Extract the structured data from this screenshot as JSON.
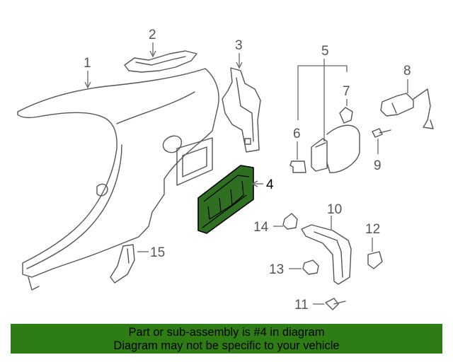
{
  "callouts": {
    "c1": "1",
    "c2": "2",
    "c3": "3",
    "c4": "4",
    "c5": "5",
    "c6": "6",
    "c7": "7",
    "c8": "8",
    "c9": "9",
    "c10": "10",
    "c11": "11",
    "c12": "12",
    "c13": "13",
    "c14": "14",
    "c15": "15"
  },
  "highlighted_part": "4",
  "colors": {
    "highlight_fill": "#2e6f22",
    "banner_bg": "#2e7d14",
    "line": "#555555"
  },
  "banner": {
    "line1": "Part or sub-assembly is #4 in diagram",
    "line2": "Diagram may not be specific to your vehicle"
  }
}
